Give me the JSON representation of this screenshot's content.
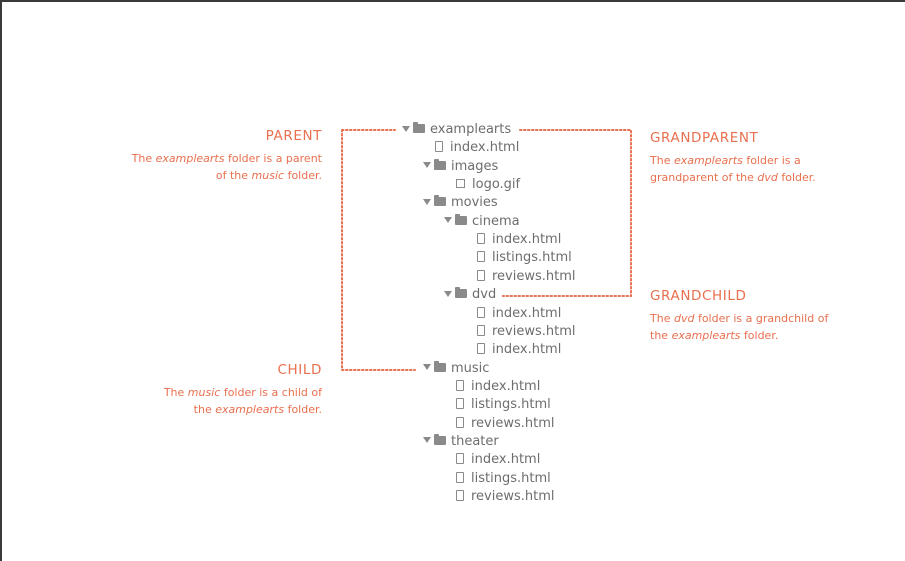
{
  "labels": {
    "parent": {
      "title": "PARENT",
      "desc_pre": "The ",
      "desc_em": "examplearts",
      "desc_mid": " folder is a parent of the ",
      "desc_em2": "music",
      "desc_post": " folder."
    },
    "grandparent": {
      "title": "GRANDPARENT",
      "desc_pre": "The ",
      "desc_em": "examplearts",
      "desc_mid": " folder is a grandparent of the ",
      "desc_em2": "dvd",
      "desc_post": " folder."
    },
    "grandchild": {
      "title": "GRANDCHILD",
      "desc_pre": "The ",
      "desc_em": "dvd",
      "desc_mid": " folder is a grandchild of the ",
      "desc_em2": "examplearts",
      "desc_post": " folder."
    },
    "child": {
      "title": "CHILD",
      "desc_pre": "The ",
      "desc_em": "music",
      "desc_mid": " folder is a child of the ",
      "desc_em2": "examplearts",
      "desc_post": " folder."
    }
  },
  "tree": [
    {
      "name": "examplearts",
      "kind": "folder",
      "depth": 0
    },
    {
      "name": "index.html",
      "kind": "file",
      "depth": 1
    },
    {
      "name": "images",
      "kind": "folder",
      "depth": 1
    },
    {
      "name": "logo.gif",
      "kind": "image",
      "depth": 2
    },
    {
      "name": "movies",
      "kind": "folder",
      "depth": 1
    },
    {
      "name": "cinema",
      "kind": "folder",
      "depth": 2
    },
    {
      "name": "index.html",
      "kind": "file",
      "depth": 3
    },
    {
      "name": "listings.html",
      "kind": "file",
      "depth": 3
    },
    {
      "name": "reviews.html",
      "kind": "file",
      "depth": 3
    },
    {
      "name": "dvd",
      "kind": "folder",
      "depth": 2
    },
    {
      "name": "index.html",
      "kind": "file",
      "depth": 3
    },
    {
      "name": "reviews.html",
      "kind": "file",
      "depth": 3
    },
    {
      "name": "index.html",
      "kind": "file",
      "depth": 3
    },
    {
      "name": "music",
      "kind": "folder",
      "depth": 1
    },
    {
      "name": "index.html",
      "kind": "file",
      "depth": 2
    },
    {
      "name": "listings.html",
      "kind": "file",
      "depth": 2
    },
    {
      "name": "reviews.html",
      "kind": "file",
      "depth": 2
    },
    {
      "name": "theater",
      "kind": "folder",
      "depth": 1
    },
    {
      "name": "index.html",
      "kind": "file",
      "depth": 2
    },
    {
      "name": "listings.html",
      "kind": "file",
      "depth": 2
    },
    {
      "name": "reviews.html",
      "kind": "file",
      "depth": 2
    }
  ],
  "colors": {
    "accent": "#e8704f",
    "tree_text": "#6d6d6d",
    "tree_icon": "#8a8a8a"
  }
}
